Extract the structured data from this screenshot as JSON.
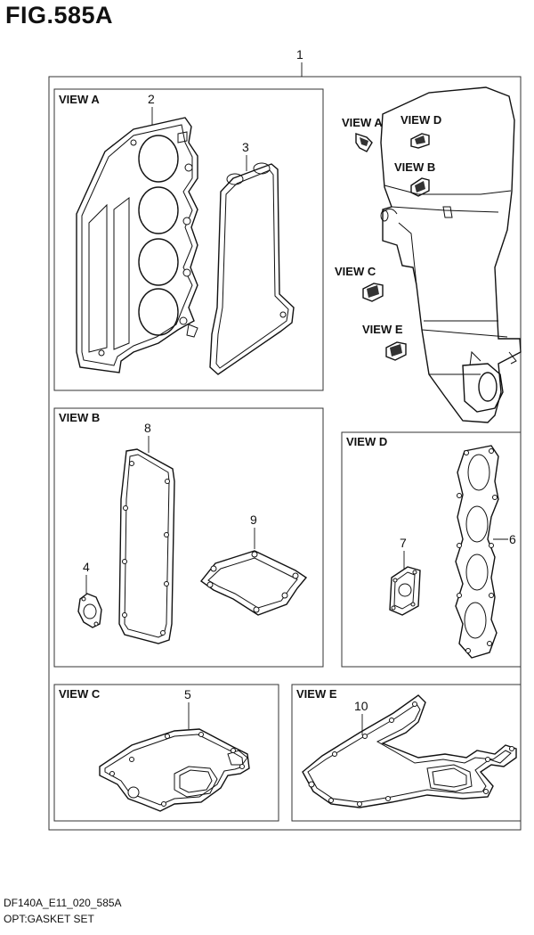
{
  "figure": {
    "title": "FIG.585A"
  },
  "footer": {
    "code": "DF140A_E11_020_585A",
    "name": "OPT:GASKET SET"
  },
  "views": {
    "a": "VIEW A",
    "b": "VIEW B",
    "c": "VIEW C",
    "d": "VIEW D",
    "e": "VIEW E"
  },
  "engine_views": {
    "a": "VIEW A",
    "b": "VIEW B",
    "c": "VIEW C",
    "d": "VIEW D",
    "e": "VIEW E"
  },
  "parts": {
    "p1": "1",
    "p2": "2",
    "p3": "3",
    "p4": "4",
    "p5": "5",
    "p6": "6",
    "p7": "7",
    "p8": "8",
    "p9": "9",
    "p10": "10"
  }
}
